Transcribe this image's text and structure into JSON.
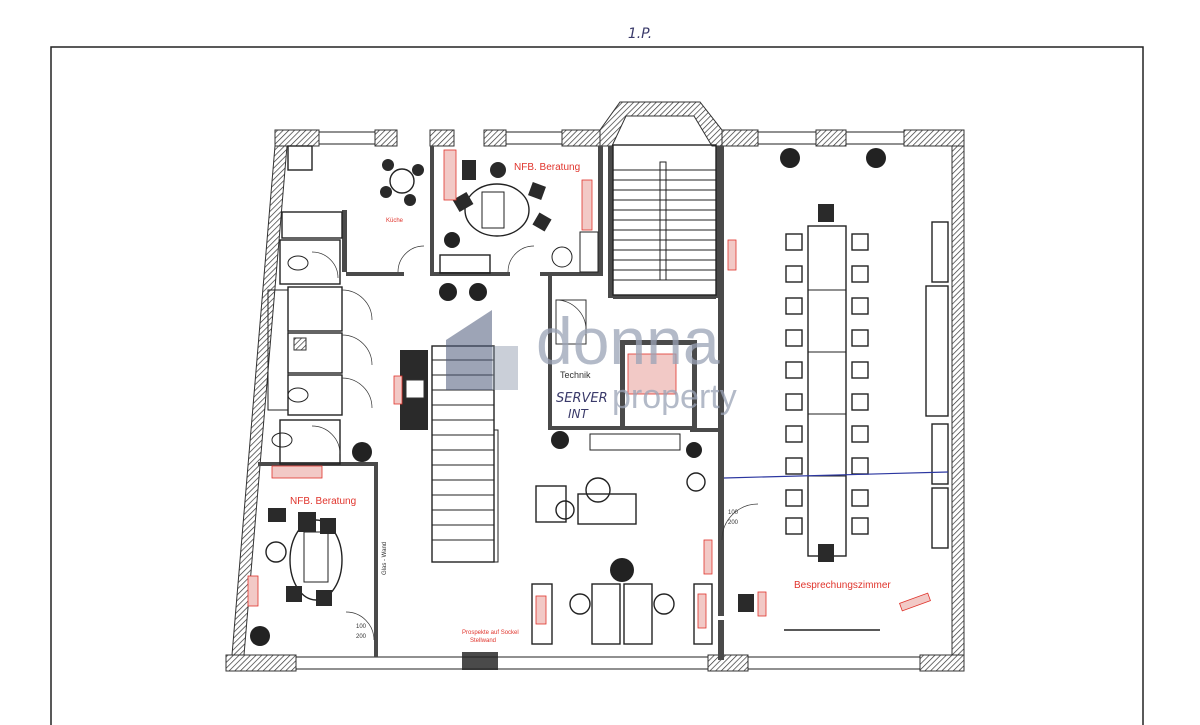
{
  "page_label": "1.P.",
  "watermark": {
    "brand": "donna",
    "sub": "property"
  },
  "rooms": {
    "nfb_top": "NFB. Beratung",
    "kueche": "Küche",
    "technik": "Technik",
    "nfb_bottom": "NFB. Beratung",
    "besprechung": "Besprechungszimmer",
    "glas_wand": "Glas - Wand",
    "prospekte": "Prospekte auf Sockel",
    "prospekte_line2": "Stellwand"
  },
  "handwriting": {
    "line1": "SERVER",
    "line2": "INT"
  },
  "dims": {
    "a_top": "100",
    "a_bottom": "200",
    "b_top": "100",
    "b_bottom": "200"
  }
}
